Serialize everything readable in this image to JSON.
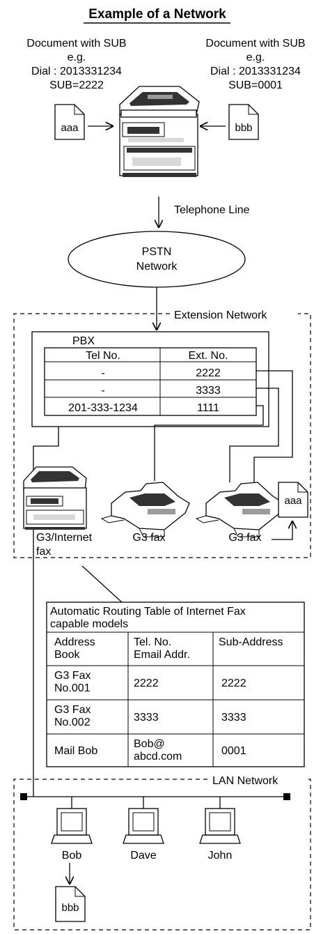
{
  "title": "Example of a Network",
  "sender_left": {
    "line1": "Document with SUB",
    "line2": "e.g.",
    "line3": "Dial : 2013331234",
    "line4": "SUB=2222",
    "doc": "aaa"
  },
  "sender_right": {
    "line1": "Document with SUB",
    "line2": "e.g.",
    "line3": "Dial : 2013331234",
    "line4": "SUB=0001",
    "doc": "bbb"
  },
  "telephone_line": "Telephone  Line",
  "pstn": {
    "line1": "PSTN",
    "line2": "Network"
  },
  "extension_network": "Extension Network",
  "pbx": {
    "title": "PBX",
    "headers": [
      "Tel No.",
      "Ext. No."
    ],
    "rows": [
      [
        "-",
        "2222"
      ],
      [
        "-",
        "3333"
      ],
      [
        "201-333-1234",
        "1111"
      ]
    ]
  },
  "devices": {
    "internet_fax_line1": "G3/Internet",
    "internet_fax_line2": "fax",
    "g3_fax_a": "G3 fax",
    "g3_fax_b": "G3 fax",
    "received_doc": "aaa"
  },
  "routing_table": {
    "title_line1": "Automatic Routing Table of Internet Fax",
    "title_line2": "capable models",
    "headers": [
      [
        "Address",
        "Book"
      ],
      [
        "Tel. No.",
        "Email Addr."
      ],
      [
        "Sub-Address"
      ]
    ],
    "rows": [
      [
        [
          "G3 Fax",
          "No.001"
        ],
        [
          "2222"
        ],
        [
          "2222"
        ]
      ],
      [
        [
          "G3 Fax",
          "No.002"
        ],
        [
          "3333"
        ],
        [
          "3333"
        ]
      ],
      [
        [
          "Mail Bob"
        ],
        [
          "Bob@",
          "abcd.com"
        ],
        [
          "0001"
        ]
      ]
    ]
  },
  "lan_network": "LAN Network",
  "computers": [
    "Bob",
    "Dave",
    "John"
  ],
  "bob_doc": "bbb"
}
